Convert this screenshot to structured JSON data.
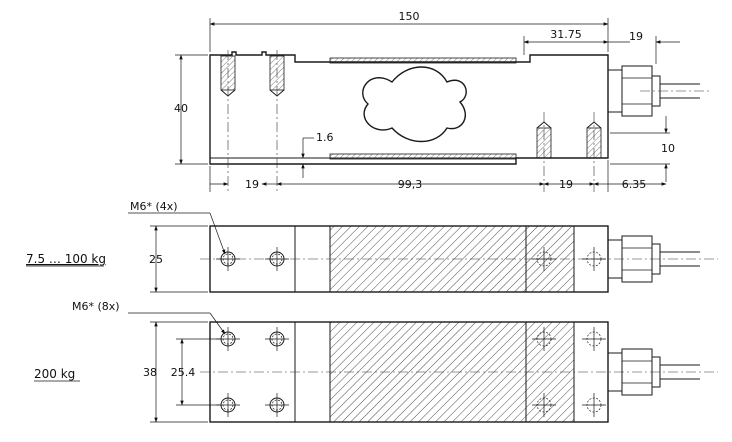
{
  "side_view": {
    "dims": {
      "overall_length": "150",
      "right_block": "31.75",
      "cable_offset": "19",
      "height": "40",
      "gap": "1.6",
      "bottom_pad": "10",
      "left_hole": "19",
      "span": "99,3",
      "right_hole": "19",
      "edge": "6.35"
    }
  },
  "top_view_small": {
    "callout": "M6* (4x)",
    "width": "25",
    "range_label": "7.5 … 100 kg"
  },
  "top_view_large": {
    "callout": "M6* (8x)",
    "width": "38",
    "pitch": "25.4",
    "range_label": "200 kg"
  }
}
